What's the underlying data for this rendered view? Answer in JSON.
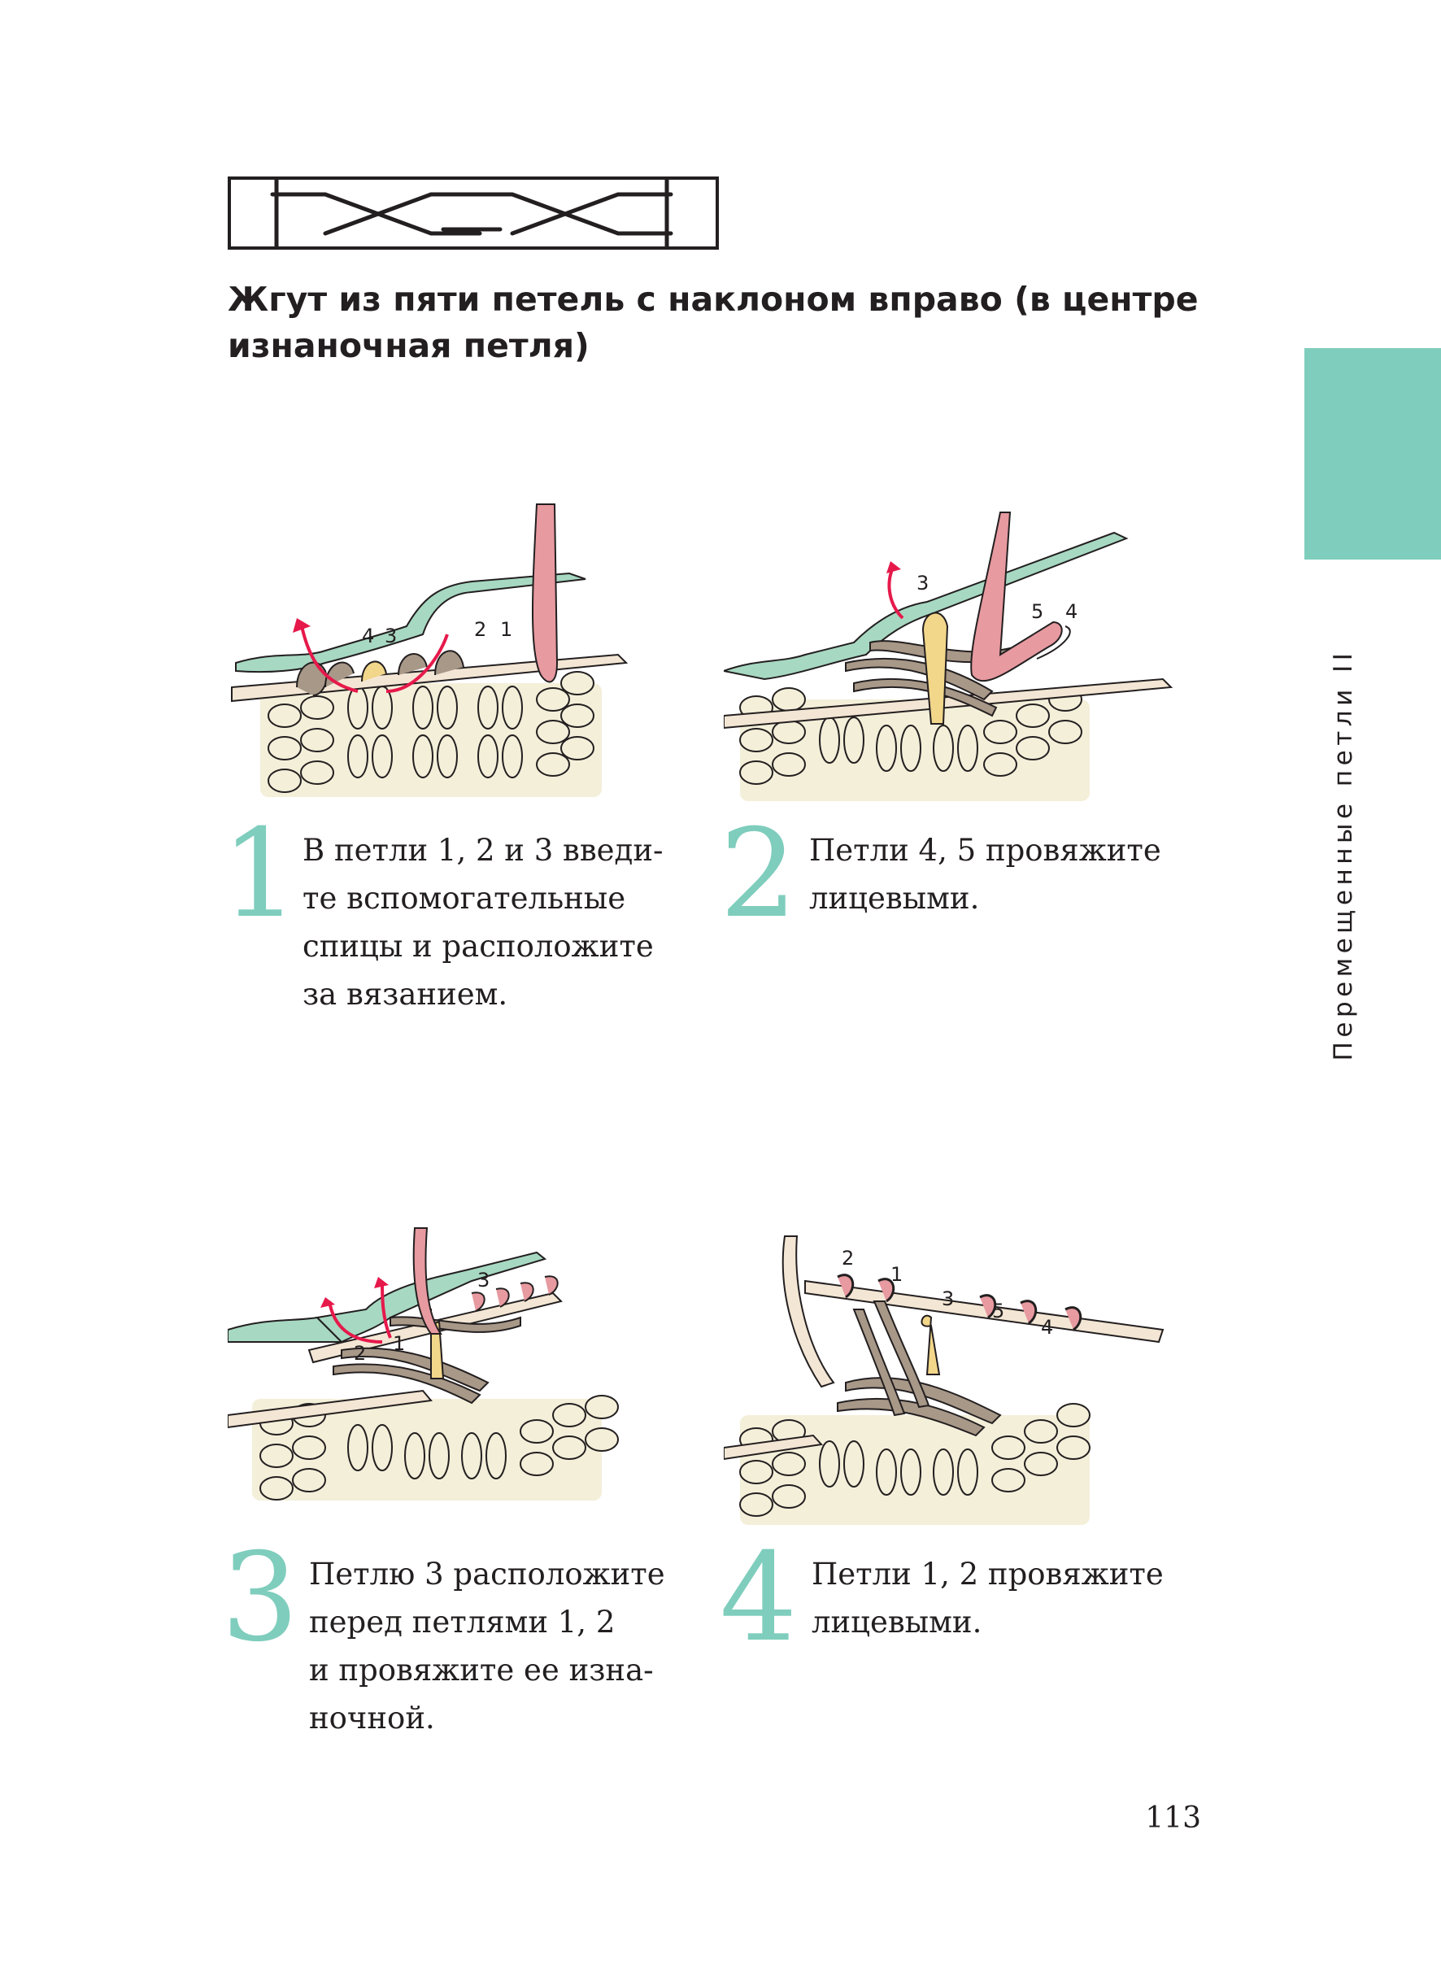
{
  "title": "Жгут из пяти петель с наклоном вправо (в центре изнаночная петля)",
  "side_label": "Перемещенные петли II",
  "page_number": "113",
  "colors": {
    "accent": "#7fcdbd",
    "yarn_main": "#f3efd9",
    "yarn_brown": "#a89888",
    "yarn_pink": "#e79aa0",
    "yarn_yellow": "#f2d68a",
    "needle_green": "#a7d8c2",
    "arrow": "#e6194b"
  },
  "steps": [
    {
      "number": "1",
      "lines": [
        "В петли 1, 2 и 3 введи-",
        "те вспомогательные",
        "спицы и расположите",
        "за вязанием."
      ],
      "loop_labels": [
        "4",
        "3",
        "2",
        "1"
      ]
    },
    {
      "number": "2",
      "lines": [
        "Петли 4, 5 провяжите",
        "лицевыми."
      ],
      "loop_labels": [
        "3",
        "5",
        "4"
      ]
    },
    {
      "number": "3",
      "lines": [
        "Петлю 3 расположите",
        "перед петлями 1, 2",
        "и провяжите ее изна-",
        "ночной."
      ],
      "loop_labels": [
        "3",
        "2",
        "1"
      ]
    },
    {
      "number": "4",
      "lines": [
        "Петли 1, 2 провяжите",
        "лицевыми."
      ],
      "loop_labels": [
        "2",
        "1",
        "3",
        "5",
        "4"
      ]
    }
  ]
}
